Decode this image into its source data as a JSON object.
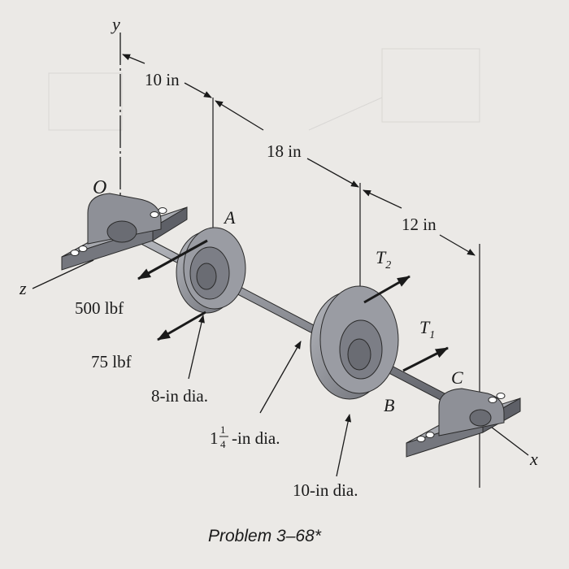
{
  "axes": {
    "y": "y",
    "z": "z",
    "x": "x"
  },
  "points": {
    "O": "O",
    "A": "A",
    "B": "B",
    "C": "C"
  },
  "dimensions": {
    "d1": "10 in",
    "d2": "18 in",
    "d3": "12 in"
  },
  "forces": {
    "f1": "500 lbf",
    "f2": "75 lbf"
  },
  "tensions": {
    "t2_main": "T",
    "t2_sub": "2",
    "t1_main": "T",
    "t1_sub": "1"
  },
  "diameters": {
    "gear_a": "8-in dia.",
    "shaft_whole": "1",
    "shaft_num": "1",
    "shaft_den": "4",
    "shaft_rest": "-in dia.",
    "gear_b": "10-in dia."
  },
  "caption": "Problem 3–68*",
  "colors": {
    "background": "#ebe9e6",
    "part_light": "#9a9ca3",
    "part_mid": "#7c7e86",
    "part_dark": "#5d5f66",
    "line": "#1a1a1a"
  }
}
